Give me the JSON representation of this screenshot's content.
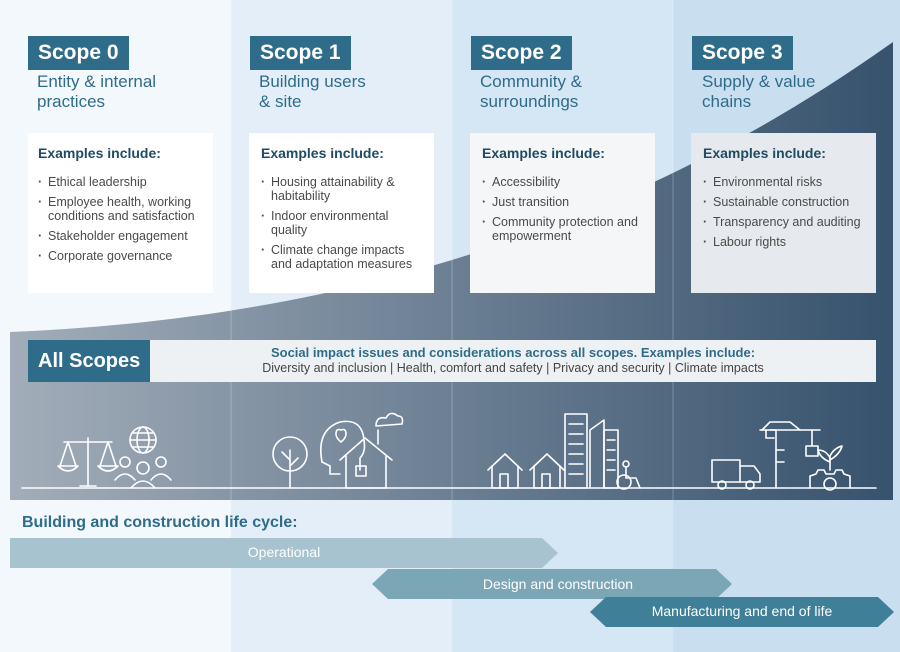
{
  "scopes": [
    {
      "tag": "Scope 0",
      "subtitle_lines": [
        "Entity & internal",
        "practices"
      ],
      "examples_heading": "Examples include:",
      "examples": [
        "Ethical leadership",
        "Employee health, working conditions and satisfaction",
        "Stakeholder engagement",
        "Corporate governance"
      ]
    },
    {
      "tag": "Scope 1",
      "subtitle_lines": [
        "Building users",
        "& site"
      ],
      "examples_heading": "Examples include:",
      "examples": [
        "Housing attainability & habitability",
        "Indoor environmental quality",
        "Climate change impacts and adaptation measures"
      ]
    },
    {
      "tag": "Scope 2",
      "subtitle_lines": [
        "Community &",
        "surroundings"
      ],
      "examples_heading": "Examples include:",
      "examples": [
        "Accessibility",
        "Just transition",
        "Community protection and empowerment"
      ]
    },
    {
      "tag": "Scope 3",
      "subtitle_lines": [
        "Supply & value",
        "chains"
      ],
      "examples_heading": "Examples include:",
      "examples": [
        "Environmental risks",
        "Sustainable construction",
        "Transparency and auditing",
        "Labour rights"
      ]
    }
  ],
  "all_scopes": {
    "tag": "All Scopes",
    "title": "Social impact issues and considerations across all scopes. Examples include:",
    "items": "Diversity and inclusion  |  Health, comfort and safety  |  Privacy and security  |  Climate impacts"
  },
  "lifecycle": {
    "title": "Building and construction life cycle:",
    "phases": [
      "Operational",
      "Design and construction",
      "Manufacturing and end of life"
    ]
  },
  "colors": {
    "accent": "#2f6c8a",
    "heading_dark": "#1f4b63",
    "arrow_operational": "#a6c3cf",
    "arrow_design": "#7aa6b6",
    "arrow_manufacturing": "#3f7f98"
  },
  "icons": [
    "scales-icon",
    "globe-icon",
    "people-group-icon",
    "tree-icon",
    "head-heart-icon",
    "house-icon",
    "cloud-icon",
    "houses-icon",
    "city-buildings-icon",
    "wheelchair-icon",
    "truck-icon",
    "crane-icon",
    "cog-plant-icon"
  ]
}
